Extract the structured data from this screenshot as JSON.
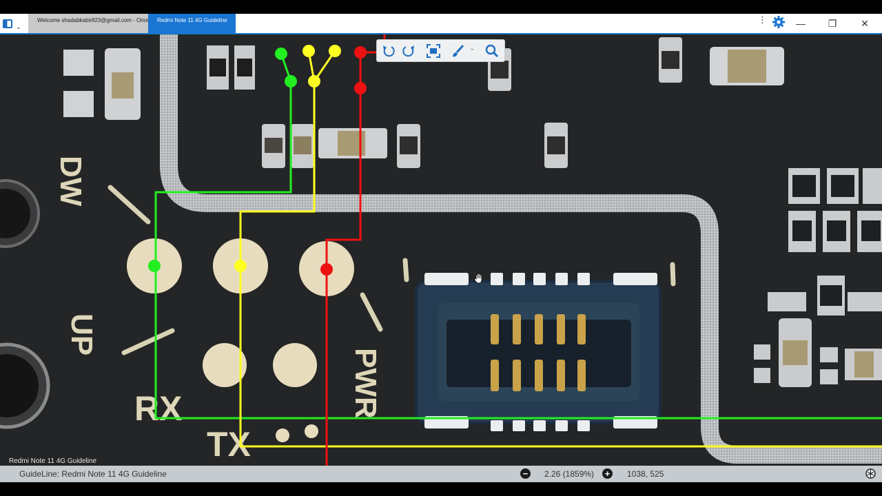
{
  "window": {
    "tabs": [
      {
        "label": "Welcome shadabkabir823@gmail.com - Orion"
      },
      {
        "label": "Redmi Note 11 4G Guideline"
      }
    ],
    "kebab": "⋮",
    "minimize": "—",
    "restore": "❐",
    "close": "✕"
  },
  "toolbar": {
    "icons": [
      "rotate-left-icon",
      "rotate-right-icon",
      "fit-screen-icon",
      "brush-icon",
      "search-icon"
    ],
    "dropdown": "⌄"
  },
  "board": {
    "labels": {
      "dw": "DW",
      "up": "UP",
      "rx": "RX",
      "tx": "TX",
      "pwr": "PWR"
    },
    "caption": "Redmi Note 11 4G Guideline"
  },
  "status": {
    "label": "GuideLine: Redmi Note 11 4G Guideline",
    "zoom": "2.26 (1859%)",
    "coords": "1038, 525",
    "zoom_minus": "−",
    "zoom_plus": "+"
  },
  "colors": {
    "pcb": "#242526",
    "trace_green": "#22ee22",
    "trace_yellow": "#ffff22",
    "trace_red": "#ee1111",
    "accent": "#1976d2"
  }
}
